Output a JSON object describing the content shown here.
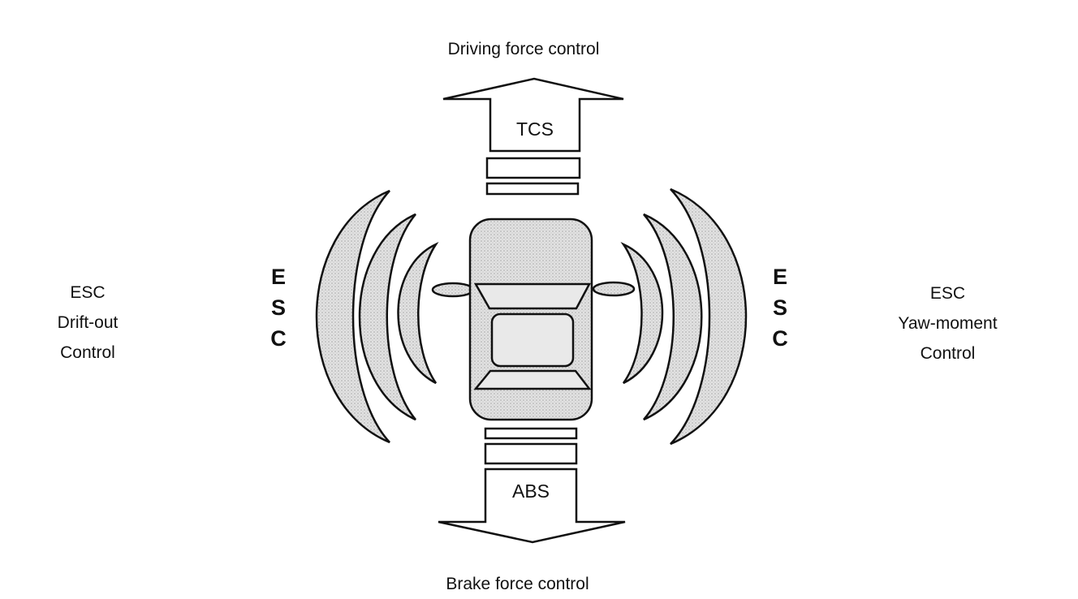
{
  "labels": {
    "top": "Driving force control",
    "bottom": "Brake force control",
    "tcs": "TCS",
    "abs": "ABS",
    "esc_vertical": [
      "E",
      "S",
      "C"
    ],
    "left_block": [
      "ESC",
      "Drift-out",
      "Control"
    ],
    "right_block": [
      "ESC",
      "Yaw-moment",
      "Control"
    ]
  },
  "colors": {
    "stroke": "#111111",
    "car_fill": "#d8d8d8",
    "crescent_fill": "#cfcfcf",
    "window_fill": "#e6e6e6"
  }
}
